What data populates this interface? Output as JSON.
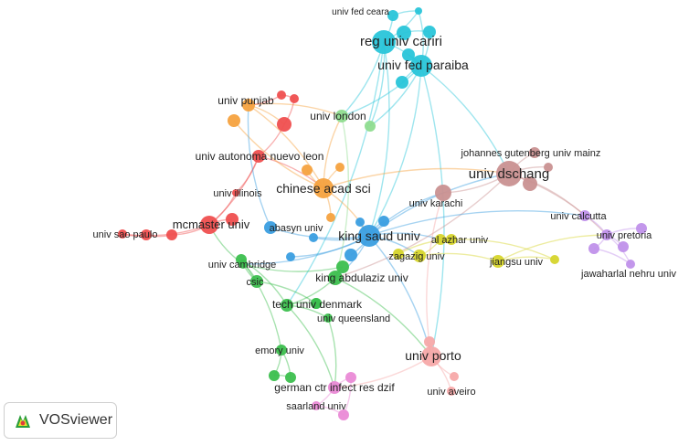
{
  "app": {
    "name": "VOSviewer"
  },
  "clusters": {
    "cyan": "#29c5d9",
    "red": "#ef4f4f",
    "orange": "#f6a23f",
    "lightgreen": "#8fdc8f",
    "brown": "#c99191",
    "blue": "#3a9ee0",
    "yellow": "#d6d52c",
    "purple": "#c091ea",
    "green": "#3cbf4e",
    "pink": "#f7a9a9",
    "magenta": "#ea8ad6"
  },
  "nodes": [
    {
      "id": "univ fed ceara",
      "label": "univ fed ceara",
      "c": "cyan",
      "s": 4,
      "fs": 10
    },
    {
      "id": "reg univ cariri",
      "label": "reg univ cariri",
      "c": "cyan",
      "s": 13,
      "fs": 15
    },
    {
      "id": "univ fed paraiba",
      "label": "univ fed paraiba",
      "c": "cyan",
      "s": 12,
      "fs": 14
    },
    {
      "id": "univ punjab",
      "label": "univ punjab",
      "c": "orange",
      "s": 7,
      "fs": 12
    },
    {
      "id": "univ london",
      "label": "univ london",
      "c": "lightgreen",
      "s": 7,
      "fs": 12
    },
    {
      "id": "univ autonoma nuevo leon",
      "label": "univ autonoma nuevo leon",
      "c": "red",
      "s": 7,
      "fs": 12
    },
    {
      "id": "chinese acad sci",
      "label": "chinese acad sci",
      "c": "orange",
      "s": 11,
      "fs": 14
    },
    {
      "id": "johannes gutenberg univ mainz",
      "label": "johannes gutenberg univ mainz",
      "c": "brown",
      "s": 6,
      "fs": 11
    },
    {
      "id": "univ dschang",
      "label": "univ dschang",
      "c": "brown",
      "s": 14,
      "fs": 15
    },
    {
      "id": "univ illinois",
      "label": "univ illinois",
      "c": "red",
      "s": 4,
      "fs": 11
    },
    {
      "id": "univ karachi",
      "label": "univ karachi",
      "c": "brown",
      "s": 9,
      "fs": 11
    },
    {
      "id": "univ calcutta",
      "label": "univ calcutta",
      "c": "purple",
      "s": 6,
      "fs": 11
    },
    {
      "id": "univ sao paulo",
      "label": "univ sao paulo",
      "c": "red",
      "s": 5,
      "fs": 11
    },
    {
      "id": "mcmaster univ",
      "label": "mcmaster univ",
      "c": "red",
      "s": 10,
      "fs": 13
    },
    {
      "id": "abasyn univ",
      "label": "abasyn univ",
      "c": "blue",
      "s": 7,
      "fs": 11
    },
    {
      "id": "king saud univ",
      "label": "king saud univ",
      "c": "blue",
      "s": 12,
      "fs": 14
    },
    {
      "id": "al azhar univ",
      "label": "al azhar univ",
      "c": "yellow",
      "s": 6,
      "fs": 11
    },
    {
      "id": "univ pretoria",
      "label": "univ pretoria",
      "c": "purple",
      "s": 6,
      "fs": 11
    },
    {
      "id": "zagazig univ",
      "label": "zagazig univ",
      "c": "yellow",
      "s": 7,
      "fs": 11
    },
    {
      "id": "jiangsu univ",
      "label": "jiangsu univ",
      "c": "yellow",
      "s": 7,
      "fs": 11
    },
    {
      "id": "univ cambridge",
      "label": "univ cambridge",
      "c": "green",
      "s": 5,
      "fs": 11
    },
    {
      "id": "jawaharlal nehru univ",
      "label": "jawaharlal nehru univ",
      "c": "purple",
      "s": 5,
      "fs": 11
    },
    {
      "id": "king abdulaziz univ",
      "label": "king abdulaziz univ",
      "c": "green",
      "s": 8,
      "fs": 12
    },
    {
      "id": "csic",
      "label": "csic",
      "c": "green",
      "s": 7,
      "fs": 11
    },
    {
      "id": "tech univ denmark",
      "label": "tech univ denmark",
      "c": "green",
      "s": 7,
      "fs": 12
    },
    {
      "id": "univ queensland",
      "label": "univ queensland",
      "c": "green",
      "s": 5,
      "fs": 11
    },
    {
      "id": "univ porto",
      "label": "univ porto",
      "c": "pink",
      "s": 11,
      "fs": 14
    },
    {
      "id": "emory univ",
      "label": "emory univ",
      "c": "green",
      "s": 6,
      "fs": 11
    },
    {
      "id": "german ctr infect res dzif",
      "label": "german ctr infect res dzif",
      "c": "magenta",
      "s": 7,
      "fs": 12
    },
    {
      "id": "univ aveiro",
      "label": "univ aveiro",
      "c": "pink",
      "s": 5,
      "fs": 11
    },
    {
      "id": "saarland univ",
      "label": "saarland univ",
      "c": "magenta",
      "s": 5,
      "fs": 11
    },
    {
      "id": "cy1",
      "label": "",
      "c": "cyan",
      "s": 6
    },
    {
      "id": "cy2",
      "label": "",
      "c": "cyan",
      "s": 7
    },
    {
      "id": "cy3",
      "label": "",
      "c": "cyan",
      "s": 8
    },
    {
      "id": "cy4",
      "label": "",
      "c": "cyan",
      "s": 7
    },
    {
      "id": "cy5",
      "label": "",
      "c": "cyan",
      "s": 7
    },
    {
      "id": "r1",
      "label": "",
      "c": "red",
      "s": 5
    },
    {
      "id": "r2",
      "label": "",
      "c": "red",
      "s": 5
    },
    {
      "id": "r3",
      "label": "",
      "c": "red",
      "s": 7
    },
    {
      "id": "r4",
      "label": "",
      "c": "red",
      "s": 8
    },
    {
      "id": "r5",
      "label": "",
      "c": "red",
      "s": 6
    },
    {
      "id": "r6",
      "label": "",
      "c": "red",
      "s": 6
    },
    {
      "id": "o1",
      "label": "",
      "c": "orange",
      "s": 6
    },
    {
      "id": "o2",
      "label": "",
      "c": "orange",
      "s": 7
    },
    {
      "id": "o3",
      "label": "",
      "c": "orange",
      "s": 5
    },
    {
      "id": "o4",
      "label": "",
      "c": "orange",
      "s": 5
    },
    {
      "id": "lg1",
      "label": "",
      "c": "lightgreen",
      "s": 6
    },
    {
      "id": "b1",
      "label": "",
      "c": "brown",
      "s": 8
    },
    {
      "id": "b2",
      "label": "",
      "c": "brown",
      "s": 5
    },
    {
      "id": "bl1",
      "label": "",
      "c": "blue",
      "s": 5
    },
    {
      "id": "bl2",
      "label": "",
      "c": "blue",
      "s": 6
    },
    {
      "id": "bl3",
      "label": "",
      "c": "blue",
      "s": 5
    },
    {
      "id": "bl4",
      "label": "",
      "c": "blue",
      "s": 5
    },
    {
      "id": "bl5",
      "label": "",
      "c": "blue",
      "s": 7
    },
    {
      "id": "y1",
      "label": "",
      "c": "yellow",
      "s": 6
    },
    {
      "id": "y2",
      "label": "",
      "c": "yellow",
      "s": 6
    },
    {
      "id": "y3",
      "label": "",
      "c": "yellow",
      "s": 5
    },
    {
      "id": "p1",
      "label": "",
      "c": "purple",
      "s": 6
    },
    {
      "id": "p2",
      "label": "",
      "c": "purple",
      "s": 6
    },
    {
      "id": "p3",
      "label": "",
      "c": "purple",
      "s": 6
    },
    {
      "id": "g1",
      "label": "",
      "c": "green",
      "s": 7
    },
    {
      "id": "g2",
      "label": "",
      "c": "green",
      "s": 6
    },
    {
      "id": "g3",
      "label": "",
      "c": "green",
      "s": 6
    },
    {
      "id": "g4",
      "label": "",
      "c": "green",
      "s": 6
    },
    {
      "id": "g5",
      "label": "",
      "c": "green",
      "s": 6
    },
    {
      "id": "g6",
      "label": "",
      "c": "green",
      "s": 6
    },
    {
      "id": "m1",
      "label": "",
      "c": "magenta",
      "s": 6
    },
    {
      "id": "m2",
      "label": "",
      "c": "magenta",
      "s": 6
    },
    {
      "id": "pk1",
      "label": "",
      "c": "pink",
      "s": 6
    },
    {
      "id": "pk2",
      "label": "",
      "c": "pink",
      "s": 5
    }
  ],
  "links": [
    [
      "univ fed ceara",
      "reg univ cariri"
    ],
    [
      "univ fed ceara",
      "univ fed paraiba"
    ],
    [
      "reg univ cariri",
      "univ fed paraiba"
    ],
    [
      "cy1",
      "reg univ cariri"
    ],
    [
      "cy2",
      "univ fed paraiba"
    ],
    [
      "cy3",
      "reg univ cariri"
    ],
    [
      "cy4",
      "univ fed paraiba"
    ],
    [
      "cy5",
      "univ fed paraiba"
    ],
    [
      "cy1",
      "univ fed ceara"
    ],
    [
      "cy3",
      "cy2"
    ],
    [
      "reg univ cariri",
      "univ london"
    ],
    [
      "univ fed paraiba",
      "univ london"
    ],
    [
      "reg univ cariri",
      "lg1"
    ],
    [
      "univ fed paraiba",
      "lg1"
    ],
    [
      "reg univ cariri",
      "king saud univ"
    ],
    [
      "univ fed paraiba",
      "king saud univ"
    ],
    [
      "univ fed paraiba",
      "univ porto"
    ],
    [
      "reg univ cariri",
      "tech univ denmark"
    ],
    [
      "univ fed paraiba",
      "univ dschang"
    ],
    [
      "univ punjab",
      "univ london"
    ],
    [
      "univ punjab",
      "r4"
    ],
    [
      "univ punjab",
      "chinese acad sci"
    ],
    [
      "r1",
      "r2"
    ],
    [
      "r1",
      "univ punjab"
    ],
    [
      "r2",
      "r4"
    ],
    [
      "r4",
      "univ autonoma nuevo leon"
    ],
    [
      "univ autonoma nuevo leon",
      "chinese acad sci"
    ],
    [
      "univ autonoma nuevo leon",
      "mcmaster univ"
    ],
    [
      "univ autonoma nuevo leon",
      "univ illinois"
    ],
    [
      "mcmaster univ",
      "r3"
    ],
    [
      "mcmaster univ",
      "r5"
    ],
    [
      "r5",
      "r6"
    ],
    [
      "r6",
      "univ sao paulo"
    ],
    [
      "mcmaster univ",
      "univ sao paulo"
    ],
    [
      "univ illinois",
      "mcmaster univ"
    ],
    [
      "chinese acad sci",
      "king saud univ"
    ],
    [
      "chinese acad sci",
      "univ london"
    ],
    [
      "chinese acad sci",
      "o1"
    ],
    [
      "chinese acad sci",
      "o2"
    ],
    [
      "chinese acad sci",
      "o3"
    ],
    [
      "chinese acad sci",
      "o4"
    ],
    [
      "king saud univ",
      "abasyn univ"
    ],
    [
      "king saud univ",
      "bl1"
    ],
    [
      "king saud univ",
      "bl2"
    ],
    [
      "king saud univ",
      "bl3"
    ],
    [
      "king saud univ",
      "bl4"
    ],
    [
      "king saud univ",
      "bl5"
    ],
    [
      "king saud univ",
      "king abdulaziz univ"
    ],
    [
      "king saud univ",
      "al azhar univ"
    ],
    [
      "king saud univ",
      "zagazig univ"
    ],
    [
      "king saud univ",
      "univ karachi"
    ],
    [
      "king saud univ",
      "univ dschang"
    ],
    [
      "univ dschang",
      "johannes gutenberg univ mainz"
    ],
    [
      "univ dschang",
      "b1"
    ],
    [
      "univ dschang",
      "b2"
    ],
    [
      "univ dschang",
      "univ karachi"
    ],
    [
      "univ dschang",
      "univ calcutta"
    ],
    [
      "univ dschang",
      "univ pretoria"
    ],
    [
      "univ dschang",
      "king abdulaziz univ"
    ],
    [
      "univ calcutta",
      "univ pretoria"
    ],
    [
      "univ pretoria",
      "p1"
    ],
    [
      "univ pretoria",
      "p2"
    ],
    [
      "univ pretoria",
      "p3"
    ],
    [
      "univ pretoria",
      "jawaharlal nehru univ"
    ],
    [
      "p1",
      "jawaharlal nehru univ"
    ],
    [
      "al azhar univ",
      "zagazig univ"
    ],
    [
      "zagazig univ",
      "jiangsu univ"
    ],
    [
      "zagazig univ",
      "y1"
    ],
    [
      "y1",
      "y2"
    ],
    [
      "y2",
      "y3"
    ],
    [
      "jiangsu univ",
      "y3"
    ],
    [
      "jiangsu univ",
      "univ pretoria"
    ],
    [
      "king abdulaziz univ",
      "g1"
    ],
    [
      "king abdulaziz univ",
      "tech univ denmark"
    ],
    [
      "tech univ denmark",
      "g2"
    ],
    [
      "tech univ denmark",
      "univ queensland"
    ],
    [
      "g1",
      "univ cambridge"
    ],
    [
      "univ cambridge",
      "csic"
    ],
    [
      "csic",
      "g3"
    ],
    [
      "g3",
      "tech univ denmark"
    ],
    [
      "g3",
      "emory univ"
    ],
    [
      "emory univ",
      "g5"
    ],
    [
      "g5",
      "g6"
    ],
    [
      "emory univ",
      "g6"
    ],
    [
      "univ cambridge",
      "mcmaster univ"
    ],
    [
      "csic",
      "g2"
    ],
    [
      "king abdulaziz univ",
      "univ porto"
    ],
    [
      "univ porto",
      "pk1"
    ],
    [
      "univ porto",
      "univ aveiro"
    ],
    [
      "univ porto",
      "german ctr infect res dzif"
    ],
    [
      "german ctr infect res dzif",
      "m1"
    ],
    [
      "german ctr infect res dzif",
      "saarland univ"
    ],
    [
      "m1",
      "m2"
    ],
    [
      "saarland univ",
      "m2"
    ],
    [
      "king saud univ",
      "univ porto"
    ],
    [
      "tech univ denmark",
      "german ctr infect res dzif"
    ],
    [
      "univ queensland",
      "german ctr infect res dzif"
    ],
    [
      "univ porto",
      "univ karachi"
    ],
    [
      "pk2",
      "univ porto"
    ],
    [
      "king saud univ",
      "univ cambridge"
    ],
    [
      "abasyn univ",
      "univ punjab"
    ],
    [
      "chinese acad sci",
      "univ dschang"
    ],
    [
      "king saud univ",
      "univ calcutta"
    ],
    [
      "univ london",
      "king abdulaziz univ"
    ]
  ]
}
